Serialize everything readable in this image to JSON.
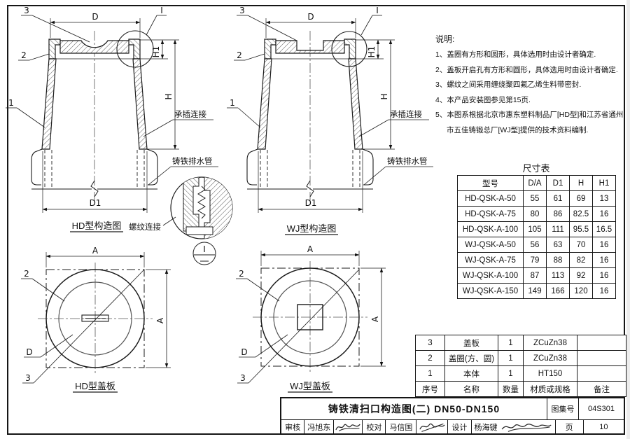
{
  "page": {
    "title": "铸铁清扫口构造图(二) DN50-DN150",
    "atlas_no_label": "图集号",
    "atlas_no": "04S301",
    "page_label": "页",
    "page_no": "10",
    "review_label": "审核",
    "reviewer": "冯旭东",
    "proof_label": "校对",
    "proofreader": "马信国",
    "design_label": "设计",
    "designer": "杨海键"
  },
  "notes": {
    "heading": "说明:",
    "items": [
      "1、盖圈有方形和圆形，具体选用时由设计者确定.",
      "2、盖板开启孔有方形和圆形，具体选用时由设计者确定.",
      "3、螺纹之间采用缠绕聚四氟乙烯生料带密封.",
      "4、本产品安装图参见第15页.",
      "5、本图系根据北京市惠东塑料制品厂[HD型]和江苏省通州市五佳铸锻总厂[WJ型]提供的技术资料编制."
    ]
  },
  "dim_table": {
    "title": "尺寸表",
    "headers": [
      "型号",
      "D/A",
      "D1",
      "H",
      "H1"
    ],
    "rows": [
      [
        "HD-QSK-A-50",
        "55",
        "61",
        "69",
        "13"
      ],
      [
        "HD-QSK-A-75",
        "80",
        "86",
        "82.5",
        "16"
      ],
      [
        "HD-QSK-A-100",
        "105",
        "111",
        "95.5",
        "16.5"
      ],
      [
        "WJ-QSK-A-50",
        "56",
        "63",
        "70",
        "16"
      ],
      [
        "WJ-QSK-A-75",
        "79",
        "88",
        "82",
        "16"
      ],
      [
        "WJ-QSK-A-100",
        "87",
        "113",
        "92",
        "16"
      ],
      [
        "WJ-QSK-A-150",
        "149",
        "166",
        "120",
        "16"
      ]
    ]
  },
  "parts_table": {
    "headers": [
      "序号",
      "名称",
      "数量",
      "材质或规格",
      "备注"
    ],
    "rows": [
      [
        "3",
        "盖板",
        "1",
        "ZCuZn38",
        ""
      ],
      [
        "2",
        "盖圈(方、圆)",
        "1",
        "ZCuZn38",
        ""
      ],
      [
        "1",
        "本体",
        "1",
        "HT150",
        ""
      ]
    ]
  },
  "drawing": {
    "dim_d": "D",
    "dim_d1": "D1",
    "dim_h": "H",
    "dim_h1": "H1",
    "dim_a": "A",
    "part_1": "1",
    "part_2": "2",
    "part_3": "3",
    "detail_mark": "I",
    "socket_label": "承插连接",
    "pipe_label": "铸铁排水管",
    "thread_label": "螺纹连接",
    "hd_section_caption": "HD型构造图",
    "wj_section_caption": "WJ型构造图",
    "hd_cover_caption": "HD型盖板",
    "wj_cover_caption": "WJ型盖板"
  }
}
